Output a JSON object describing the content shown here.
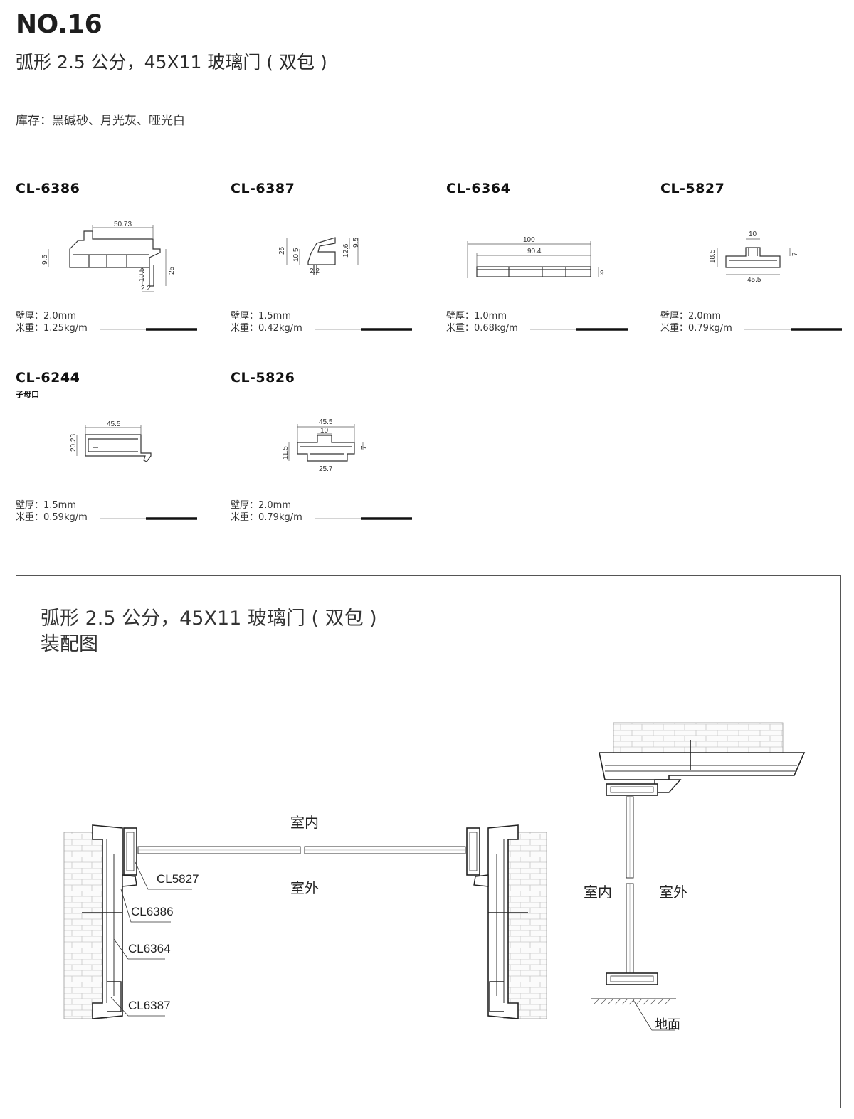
{
  "page": {
    "number": "NO.16",
    "title": "弧形 2.5 公分，45X11 玻璃门 ( 双包 )",
    "stock": "库存：黑碱砂、月光灰、哑光白"
  },
  "products": [
    {
      "code": "CL-6386",
      "note": "",
      "wall": "壁厚：2.0mm",
      "weight": "米重：1.25kg/m",
      "dims": [
        "50.73",
        "9.5",
        "10.5",
        "25",
        "2.2"
      ]
    },
    {
      "code": "CL-6387",
      "note": "",
      "wall": "壁厚：1.5mm",
      "weight": "米重：0.42kg/m",
      "dims": [
        "25",
        "10.5",
        "12.6",
        "9.5",
        "2.2"
      ]
    },
    {
      "code": "CL-6364",
      "note": "",
      "wall": "壁厚：1.0mm",
      "weight": "米重：0.68kg/m",
      "dims": [
        "100",
        "90.4",
        "9"
      ]
    },
    {
      "code": "CL-5827",
      "note": "",
      "wall": "壁厚：2.0mm",
      "weight": "米重：0.79kg/m",
      "dims": [
        "10",
        "18.5",
        "7",
        "45.5"
      ]
    },
    {
      "code": "CL-6244",
      "note": "子母口",
      "wall": "壁厚：1.5mm",
      "weight": "米重：0.59kg/m",
      "dims": [
        "45.5",
        "20.23"
      ]
    },
    {
      "code": "CL-5826",
      "note": "",
      "wall": "壁厚：2.0mm",
      "weight": "米重：0.79kg/m",
      "dims": [
        "45.5",
        "10",
        "11.5",
        "7",
        "25.7"
      ]
    }
  ],
  "assembly": {
    "title_line1": "弧形 2.5 公分，45X11 玻璃门 ( 双包 )",
    "title_line2": "装配图",
    "indoor": "室内",
    "outdoor": "室外",
    "floor": "地面",
    "parts": [
      "CL5827",
      "CL6386",
      "CL6364",
      "CL6387"
    ]
  }
}
